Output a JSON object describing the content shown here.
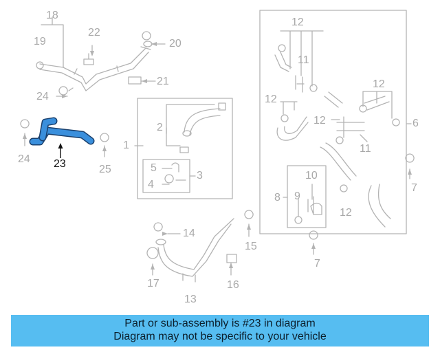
{
  "callouts": {
    "c1": "1",
    "c2": "2",
    "c3": "3",
    "c4": "4",
    "c5": "5",
    "c6": "6",
    "c7a": "7",
    "c7b": "7",
    "c8": "8",
    "c9": "9",
    "c10": "10",
    "c11a": "11",
    "c11b": "11",
    "c12a": "12",
    "c12b": "12",
    "c12c": "12",
    "c12d": "12",
    "c12e": "12",
    "c13": "13",
    "c14": "14",
    "c15": "15",
    "c16": "16",
    "c17": "17",
    "c18": "18",
    "c19": "19",
    "c20": "20",
    "c21": "21",
    "c22": "22",
    "c23": "23",
    "c24a": "24",
    "c24b": "24",
    "c25": "25"
  },
  "highlight": {
    "part": "23",
    "color": "#3a8fdc"
  },
  "colors": {
    "line_art": "#b3b3b3",
    "banner_bg": "#56bdf1"
  },
  "banner": {
    "line1": "Part or sub-assembly is #23 in diagram",
    "line2": "Diagram may not be specific to your vehicle"
  }
}
